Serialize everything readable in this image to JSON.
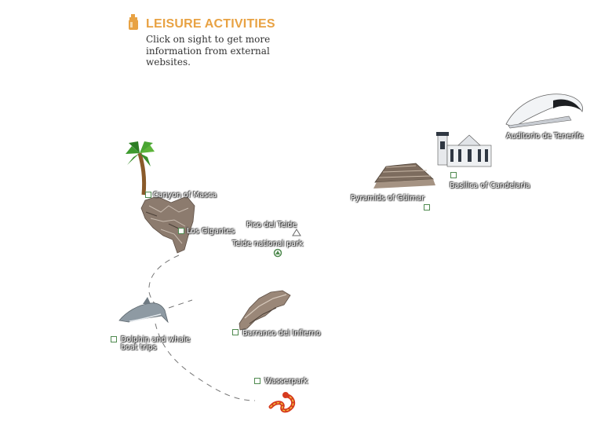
{
  "header": {
    "title": "LEISURE ACTIVITIES",
    "description": "Click on sight to get more information from external websites."
  },
  "colors": {
    "title": "#e8a243",
    "marker_border": "#4f8a4f",
    "label_text": "#ffffff"
  },
  "sights": {
    "canyon_masca": "Canyon of Masca",
    "los_gigantes": "Los Gigantes",
    "pico_teide": "Pico del Teide",
    "teide_park": "Teide national park",
    "dolphin_line1": "Dolphin and whale",
    "dolphin_line2": "boat trips",
    "barranco": "Barranco del Infierno",
    "wasserpark": "Wasserpark",
    "pyramids": "Pyramids of Güimar",
    "basilica": "Basilica of Candelaria",
    "auditorio": "Auditorio de Tenerife"
  }
}
